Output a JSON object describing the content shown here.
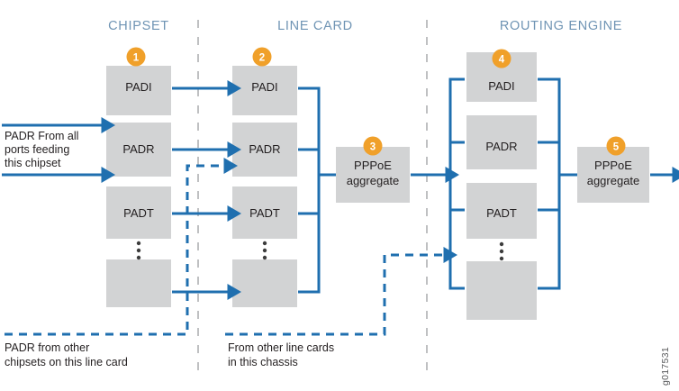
{
  "figure": {
    "id_label": "g017531"
  },
  "colors": {
    "accent_blue": "#1F6FAF",
    "badge_orange": "#F0A02A",
    "box_gray": "#D2D3D4",
    "header_blue": "#6F94B4",
    "divider_gray": "#BFC0C2",
    "text_dark": "#231F20"
  },
  "sections": [
    {
      "key": "chipset",
      "title": "CHIPSET"
    },
    {
      "key": "line_card",
      "title": "LINE CARD"
    },
    {
      "key": "routing_engine",
      "title": "ROUTING ENGINE"
    }
  ],
  "chipset": {
    "badge": "1",
    "boxes": [
      {
        "label": "PADI"
      },
      {
        "label": "PADR"
      },
      {
        "label": "PADT"
      },
      {
        "label": ""
      }
    ]
  },
  "line_card": {
    "badge": "2",
    "boxes": [
      {
        "label": "PADI"
      },
      {
        "label": "PADR"
      },
      {
        "label": "PADT"
      },
      {
        "label": ""
      }
    ],
    "aggregate": {
      "badge": "3",
      "line1": "PPPoE",
      "line2": "aggregate"
    }
  },
  "routing_engine": {
    "badge": "4",
    "boxes": [
      {
        "label": "PADI"
      },
      {
        "label": "PADR"
      },
      {
        "label": "PADT"
      },
      {
        "label": ""
      }
    ],
    "aggregate": {
      "badge": "5",
      "line1": "PPPoE",
      "line2": "aggregate"
    }
  },
  "annotations": {
    "input_label": {
      "line1": "PADR From all",
      "line2": "ports feeding",
      "line3": "this chipset"
    },
    "chipset_dashed_caption": {
      "line1": "PADR from other",
      "line2": "chipsets on this line card"
    },
    "linecard_dashed_caption": {
      "line1": "From other line cards",
      "line2": "in this chassis"
    }
  }
}
